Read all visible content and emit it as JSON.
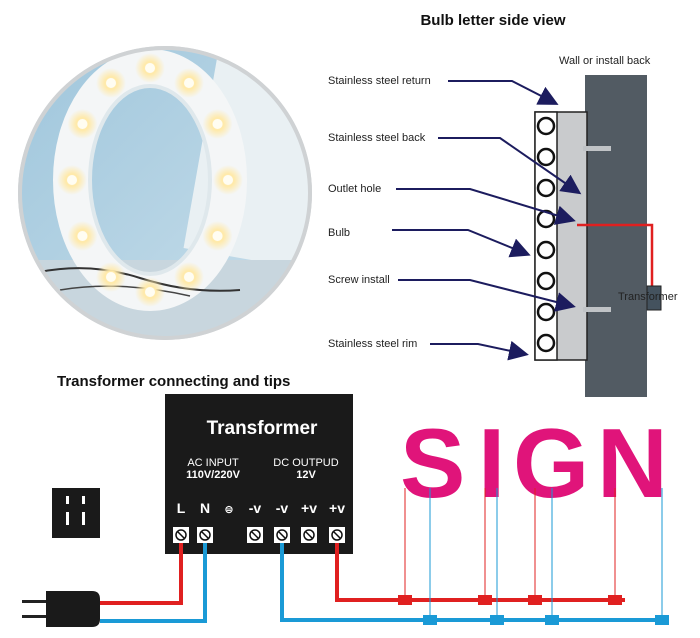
{
  "diagram1": {
    "title": "Bulb letter side view",
    "wall_label": "Wall or install back",
    "labels": [
      "Stainless steel return",
      "Stainless steel back",
      "Outlet hole",
      "Bulb",
      "Screw install",
      "Stainless steel rim"
    ],
    "transformer_side_label": "Transformer"
  },
  "diagram2": {
    "title": "Transformer connecting and tips",
    "transformer": {
      "name": "Transformer",
      "ac_label": "AC INPUT",
      "ac_value": "110V/220V",
      "dc_label": "DC OUTPUD",
      "dc_value": "12V",
      "terminals": [
        "L",
        "N",
        "⊜",
        "-v",
        "-v",
        "+v",
        "+v"
      ]
    },
    "sign_text": "SIGN"
  },
  "colors": {
    "positive_wire": "#e02020",
    "negative_wire": "#1a9ad6",
    "sign_magenta": "#e0147a",
    "wall": "#525b63",
    "arrow": "#1c1c5e"
  },
  "icons": [
    "marquee-letter-o-photo",
    "wall-socket-icon",
    "plug-icon"
  ]
}
